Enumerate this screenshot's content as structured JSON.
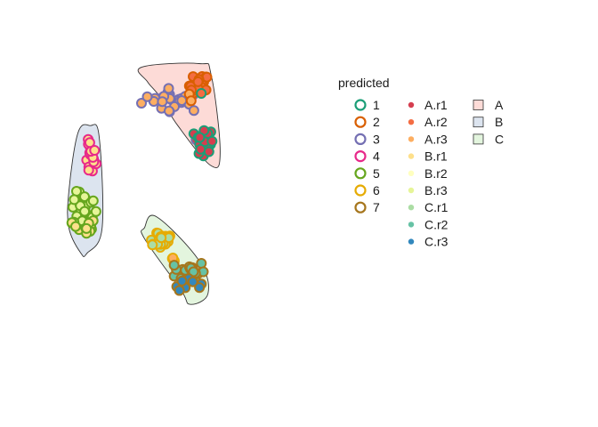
{
  "chart_data": {
    "type": "scatter",
    "title": "",
    "xlabel": "",
    "ylabel": "",
    "grid": false,
    "legend": {
      "title": "predicted",
      "placement": "right",
      "outline_series": [
        {
          "name": "1",
          "color": "#1B9E77"
        },
        {
          "name": "2",
          "color": "#D95F02"
        },
        {
          "name": "3",
          "color": "#7570B3"
        },
        {
          "name": "4",
          "color": "#E7298A"
        },
        {
          "name": "5",
          "color": "#66A61E"
        },
        {
          "name": "6",
          "color": "#E6AB02"
        },
        {
          "name": "7",
          "color": "#A6761D"
        }
      ],
      "fill_series": [
        {
          "name": "A.r1",
          "color": "#D53E4F"
        },
        {
          "name": "A.r2",
          "color": "#F46D43"
        },
        {
          "name": "A.r3",
          "color": "#FDAE61"
        },
        {
          "name": "B.r1",
          "color": "#FEE08B"
        },
        {
          "name": "B.r2",
          "color": "#FFFFBF"
        },
        {
          "name": "B.r3",
          "color": "#E6F598"
        },
        {
          "name": "C.r1",
          "color": "#ABDDA4"
        },
        {
          "name": "C.r2",
          "color": "#66C2A5"
        },
        {
          "name": "C.r3",
          "color": "#3288BD"
        }
      ],
      "region_series": [
        {
          "name": "A",
          "fill": "#FDDBD7",
          "stroke": "#333333"
        },
        {
          "name": "B",
          "fill": "#DCE4EF",
          "stroke": "#333333"
        },
        {
          "name": "C",
          "fill": "#E3F5DE",
          "stroke": "#333333"
        }
      ]
    },
    "xlim": [
      0,
      100
    ],
    "ylim": [
      0,
      100
    ],
    "regions": [
      {
        "name": "A",
        "hull": [
          [
            35,
            84
          ],
          [
            54,
            85
          ],
          [
            58,
            82
          ],
          [
            61,
            61
          ],
          [
            58,
            57
          ],
          [
            47,
            68
          ],
          [
            41,
            76
          ],
          [
            37,
            80
          ]
        ]
      },
      {
        "name": "B",
        "hull": [
          [
            14,
            66
          ],
          [
            18,
            68
          ],
          [
            21,
            65
          ],
          [
            22,
            40
          ],
          [
            17,
            33
          ],
          [
            15,
            33
          ],
          [
            11,
            40
          ],
          [
            11,
            50
          ]
        ]
      },
      {
        "name": "C",
        "hull": [
          [
            36,
            40
          ],
          [
            40,
            43
          ],
          [
            54,
            31
          ],
          [
            57,
            22
          ],
          [
            51,
            19
          ],
          [
            48,
            23
          ],
          [
            36,
            37
          ]
        ]
      }
    ],
    "clusters": [
      {
        "outline": "3",
        "fill": "A.r3",
        "center": [
          46,
          75
        ],
        "spread": [
          5.5,
          1.6
        ],
        "n": 26
      },
      {
        "outline": "3",
        "fill": "A.r1",
        "center": [
          53,
          64
        ],
        "spread": [
          0.3,
          0.3
        ],
        "n": 1
      },
      {
        "outline": "2",
        "fill": "A.r2",
        "center": [
          54,
          79
        ],
        "spread": [
          1.6,
          1.6
        ],
        "n": 20
      },
      {
        "outline": "2",
        "fill": "A.r3",
        "center": [
          51,
          76
        ],
        "spread": [
          0.6,
          0.6
        ],
        "n": 2
      },
      {
        "outline": "1",
        "fill": "A.r2",
        "center": [
          55,
          77
        ],
        "spread": [
          0.3,
          0.3
        ],
        "n": 1
      },
      {
        "outline": "1",
        "fill": "A.r1",
        "center": [
          55.5,
          63
        ],
        "spread": [
          1.6,
          2.2
        ],
        "n": 22
      },
      {
        "outline": "4",
        "fill": "B.r1",
        "center": [
          18,
          59
        ],
        "spread": [
          1.0,
          2.6
        ],
        "n": 18
      },
      {
        "outline": "5",
        "fill": "B.r3",
        "center": [
          16,
          45
        ],
        "spread": [
          2.1,
          2.5
        ],
        "n": 26
      },
      {
        "outline": "5",
        "fill": "B.r1",
        "center": [
          16,
          40
        ],
        "spread": [
          2.0,
          1.3
        ],
        "n": 14
      },
      {
        "outline": "6",
        "fill": "C.r1",
        "center": [
          41,
          37
        ],
        "spread": [
          2.6,
          1.4
        ],
        "n": 20
      },
      {
        "outline": "6",
        "fill": "A.r3",
        "center": [
          46,
          31
        ],
        "spread": [
          0.8,
          0.7
        ],
        "n": 4
      },
      {
        "outline": "7",
        "fill": "C.r2",
        "center": [
          51,
          28
        ],
        "spread": [
          2.6,
          1.5
        ],
        "n": 26
      },
      {
        "outline": "7",
        "fill": "C.r3",
        "center": [
          50,
          25
        ],
        "spread": [
          2.4,
          1.1
        ],
        "n": 10
      }
    ]
  }
}
